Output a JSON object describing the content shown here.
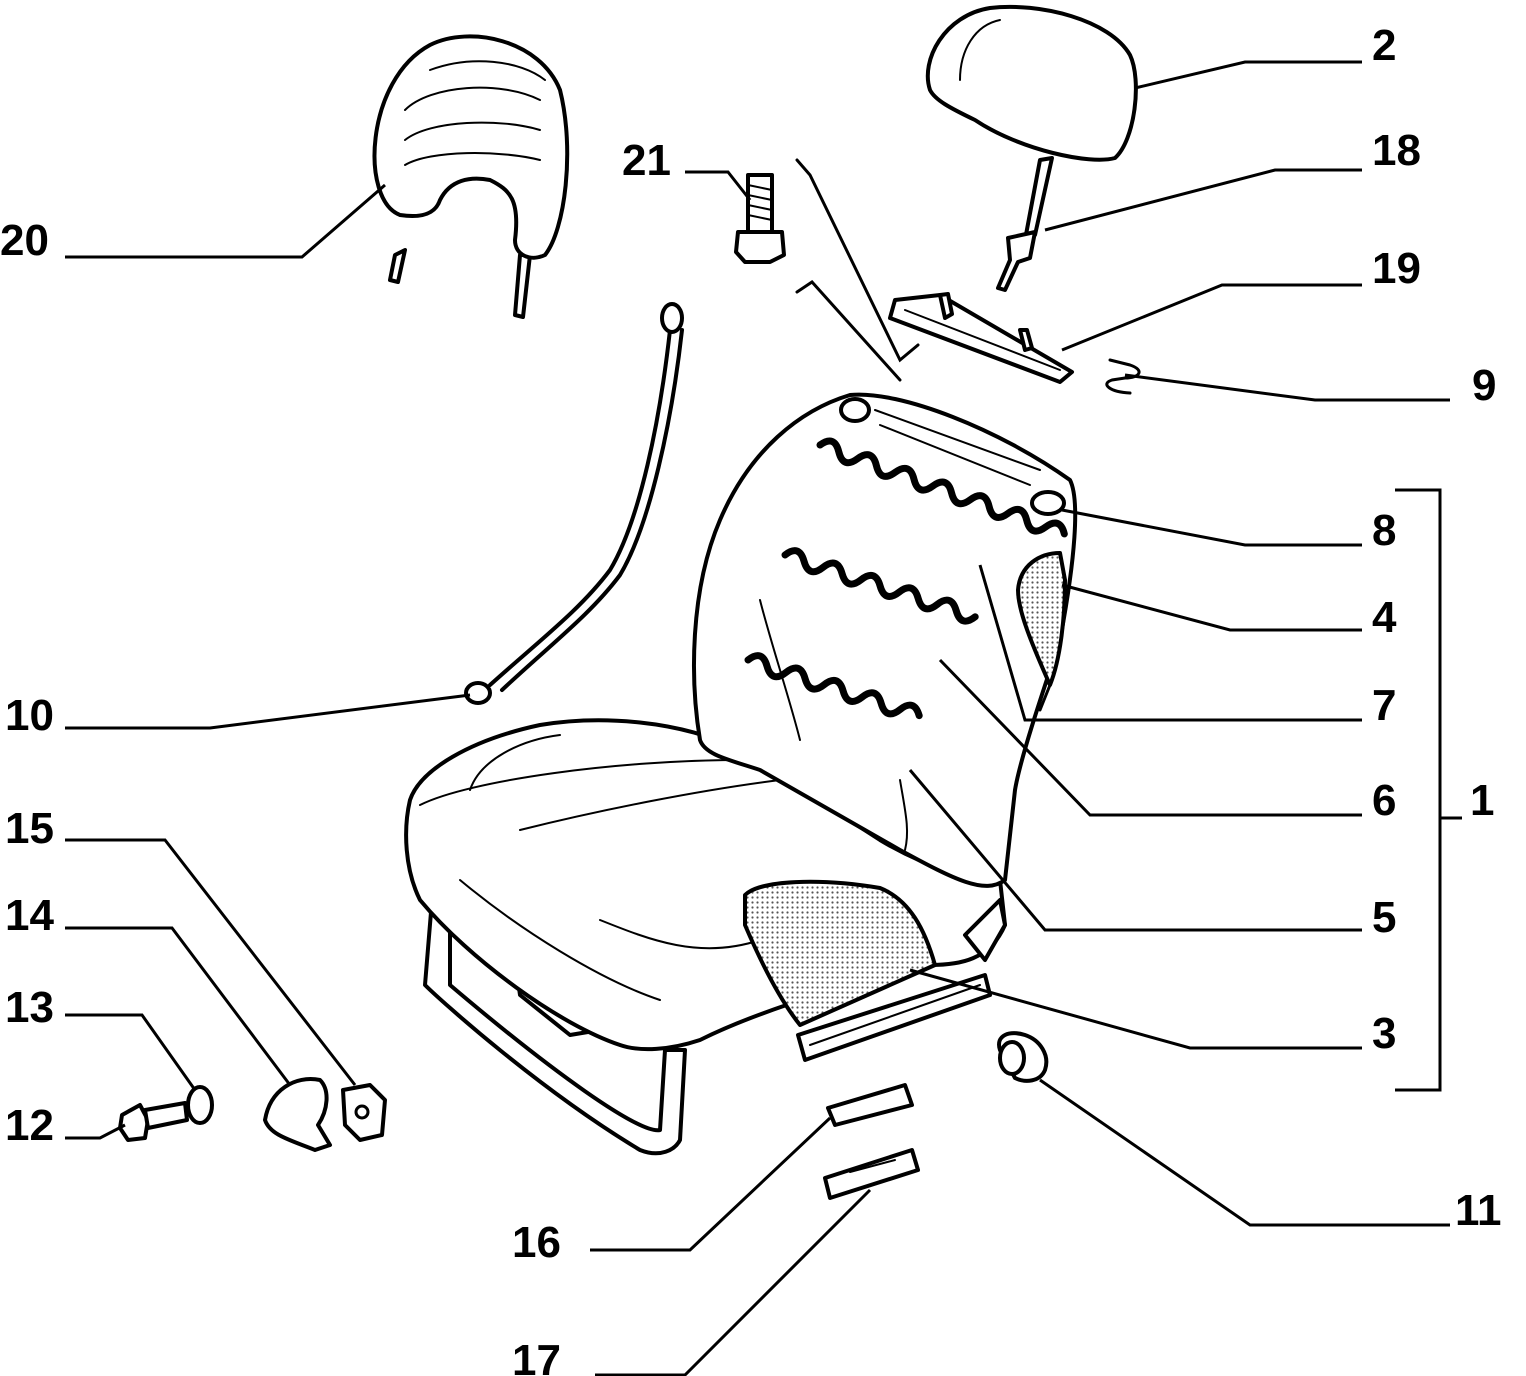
{
  "callouts": [
    {
      "id": "1",
      "label": "1"
    },
    {
      "id": "2",
      "label": "2"
    },
    {
      "id": "3",
      "label": "3"
    },
    {
      "id": "4",
      "label": "4"
    },
    {
      "id": "5",
      "label": "5"
    },
    {
      "id": "6",
      "label": "6"
    },
    {
      "id": "7",
      "label": "7"
    },
    {
      "id": "8",
      "label": "8"
    },
    {
      "id": "9",
      "label": "9"
    },
    {
      "id": "10",
      "label": "10"
    },
    {
      "id": "11",
      "label": "11"
    },
    {
      "id": "12",
      "label": "12"
    },
    {
      "id": "13",
      "label": "13"
    },
    {
      "id": "14",
      "label": "14"
    },
    {
      "id": "15",
      "label": "15"
    },
    {
      "id": "16",
      "label": "16"
    },
    {
      "id": "17",
      "label": "17"
    },
    {
      "id": "18",
      "label": "18"
    },
    {
      "id": "19",
      "label": "19"
    },
    {
      "id": "20",
      "label": "20"
    },
    {
      "id": "21",
      "label": "21"
    }
  ],
  "colors": {
    "line": "#000000",
    "background": "#ffffff",
    "hatch": "#b0b0b0"
  }
}
